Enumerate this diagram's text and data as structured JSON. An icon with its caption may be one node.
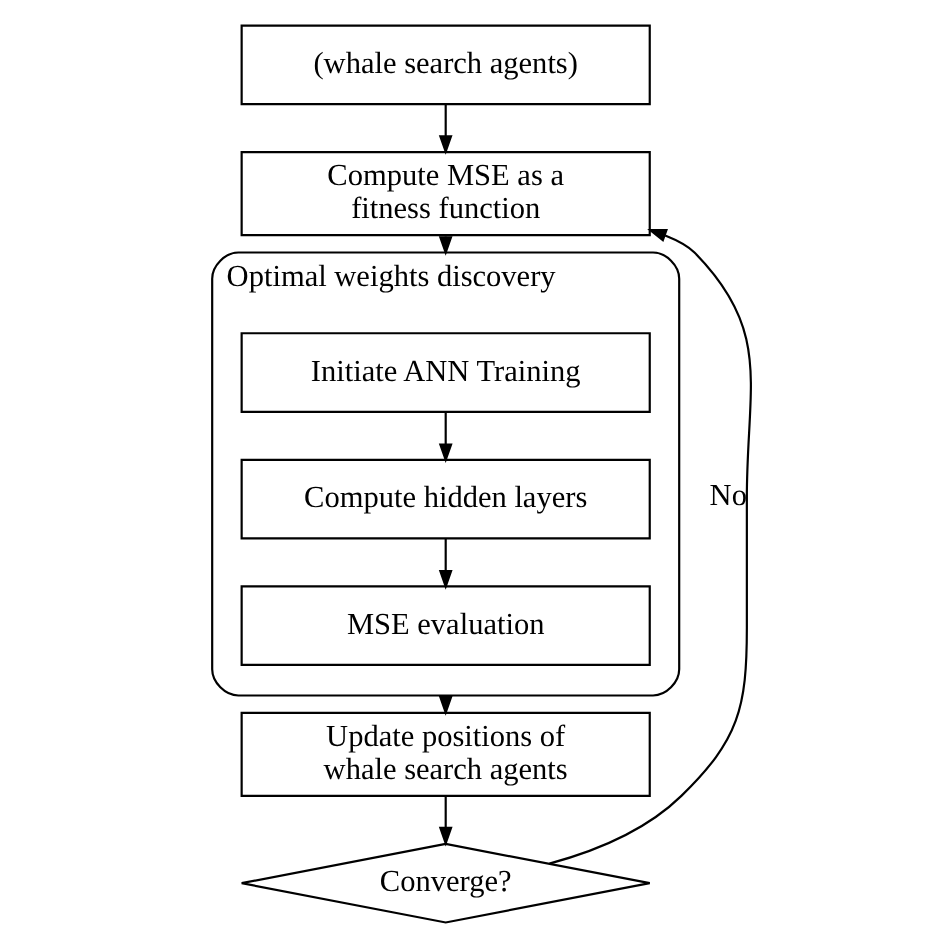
{
  "diagram": {
    "nodes": [
      {
        "text": [
          "(whale search agents)"
        ]
      },
      {
        "text": [
          "Compute MSE as a fitness function"
        ]
      },
      {
        "text": [
          "Optimal weights discovery"
        ]
      },
      {
        "text": [
          "Initiate ANN Training"
        ],
        "in": 2
      },
      {
        "text": [
          "Compute hidden layers"
        ],
        "in": 2
      },
      {
        "text": [
          "MSE evaluation"
        ],
        "in": 2
      },
      {
        "text": [
          "Update positions of whale search agents"
        ]
      },
      {
        "text": [
          "Converge?"
        ]
      }
    ],
    "edges": [
      {
        "from": 0,
        "to": 1,
        "arrow": "to"
      },
      {
        "from": 1,
        "to": 2,
        "arrow": "to"
      },
      {
        "from": 3,
        "to": 4,
        "arrow": "to"
      },
      {
        "from": 4,
        "to": 5,
        "arrow": "to"
      },
      {
        "from": 2,
        "to": 6,
        "arrow": "to"
      },
      {
        "from": 6,
        "to": 7,
        "arrow": "to"
      },
      {
        "from": 7,
        "to": 1,
        "label": "No",
        "arrow": "to"
      }
    ]
  }
}
